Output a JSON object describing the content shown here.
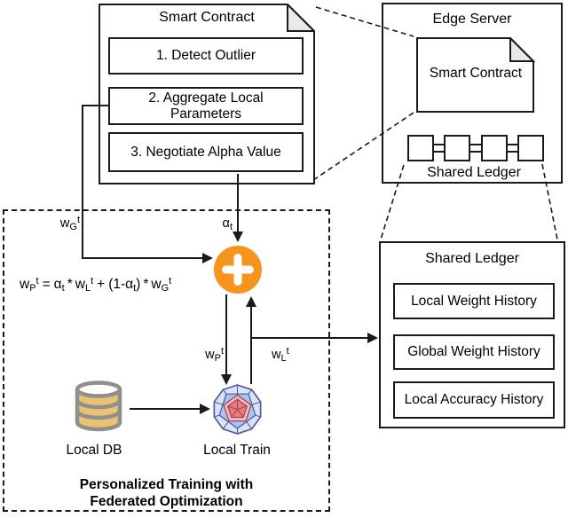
{
  "panels": {
    "contract": {
      "title": "Smart Contract",
      "steps": [
        "1. Detect Outlier",
        "2. Aggregate Local Parameters",
        "3. Negotiate Alpha Value"
      ]
    },
    "edge_server": {
      "title": "Edge Server",
      "contract_label": "Smart Contract",
      "ledger_label": "Shared Ledger"
    },
    "ledger": {
      "title": "Shared Ledger",
      "items": [
        "Local Weight History",
        "Global Weight History",
        "Local Accuracy History"
      ]
    },
    "training": {
      "caption_line1": "Personalized Training with",
      "caption_line2": "Federated Optimization",
      "db_label": "Local DB",
      "train_label": "Local Train"
    }
  },
  "labels": {
    "wg": {
      "base": "w",
      "sub": "G",
      "sup": "t"
    },
    "alpha": {
      "base": "α",
      "sub": "t"
    },
    "wp": {
      "base": "w",
      "sub": "P",
      "sup": "t"
    },
    "wl": {
      "base": "w",
      "sub": "L",
      "sup": "t"
    }
  },
  "formula": {
    "lhs_base": "w",
    "lhs_sub": "P",
    "lhs_sup": "t",
    "eq": "=",
    "a1_base": "α",
    "a1_sub": "t",
    "mul1": "*",
    "wl_base": "w",
    "wl_sub": "L",
    "wl_sup": "t",
    "plus": "+",
    "grp_base": "(1-α",
    "grp_sub": "t",
    "grp_close": ")",
    "mul2": "*",
    "wg_base": "w",
    "wg_sub": "G",
    "wg_sup": "t"
  },
  "colors": {
    "line": "#1a1a1a",
    "aggregator_orange": "#F7941E",
    "fold_gray": "#E9E9E9",
    "db_gold": "#EAC272",
    "db_outline": "#8F8F8F",
    "train_light": "#D7E3F7",
    "train_mid": "#A8C5F0",
    "train_pink": "#F2B9BE",
    "train_red": "#E97B80",
    "train_edge": "#54549E",
    "train_red_edge": "#A04050"
  }
}
